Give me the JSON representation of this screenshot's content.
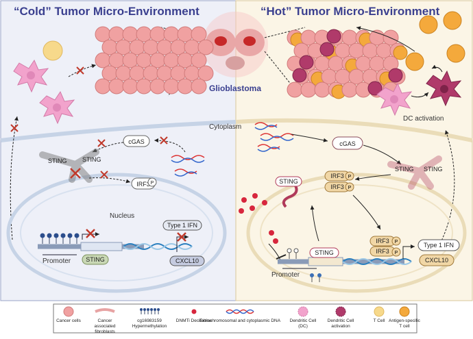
{
  "titles": {
    "cold": "“Cold” Tumor Micro-Environment",
    "hot": "“Hot” Tumor Micro-Environment"
  },
  "center_label": "Glioblastoma",
  "region_labels": {
    "cytoplasm": "Cytoplasm",
    "nucleus": "Nucleus",
    "dc_activation": "DC activation"
  },
  "molecules": {
    "cgas": "cGAS",
    "sting": "STING",
    "irf3": "IRF3",
    "p": "P",
    "type1_ifn": "Type 1 IFN",
    "cxcl10": "CXCL10",
    "promoter": "Promoter"
  },
  "legend": [
    {
      "label": "Cancer cells",
      "icon": "cancer-cell-icon"
    },
    {
      "label": "Cancer associated fibroblasts",
      "icon": "fibroblast-icon"
    },
    {
      "label": "cg16983159 Hypermethylation",
      "icon": "methylation-icon"
    },
    {
      "label": "DNMTi Decitabine",
      "icon": "decitabine-dot-icon"
    },
    {
      "label": "Extrachromosomal and cytoplasmic DNA",
      "icon": "dna-icon"
    },
    {
      "label": "Dendritic Cell (DC)",
      "icon": "dendritic-cell-icon"
    },
    {
      "label": "Dendritic Cell activation",
      "icon": "activated-dc-icon"
    },
    {
      "label": "T Cell",
      "icon": "t-cell-icon"
    },
    {
      "label": "Antigen-specific T cell",
      "icon": "antigen-t-cell-icon"
    }
  ],
  "colors": {
    "cold_bg": "#eef0f8",
    "hot_bg": "#fbf5e6",
    "title": "#3a3f8f",
    "cancer_cell": "#f0a1a1",
    "dc": "#f2a3cc",
    "activated_dc": "#b03a6a",
    "t_cell": "#f7d98b",
    "antigen_t_cell": "#f4a93c",
    "decitabine": "#d7263d",
    "inhibit_x": "#c0392b"
  }
}
